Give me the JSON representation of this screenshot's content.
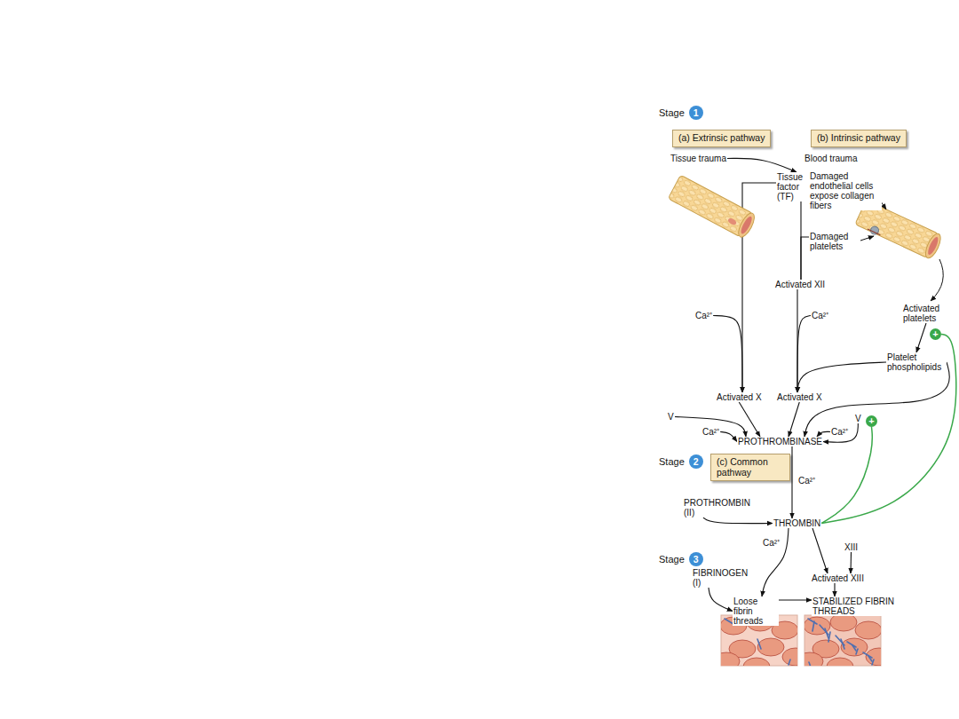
{
  "diagram": {
    "nodes": [
      {
        "text": [
          "Stage",
          "1"
        ]
      },
      {
        "text": [
          "(a) Extrinsic pathway"
        ]
      },
      {
        "text": [
          "(b) Intrinsic pathway"
        ]
      },
      {
        "text": [
          "Tissue trauma"
        ]
      },
      {
        "text": [
          "Tissue factor (TF)"
        ]
      },
      {
        "text": [
          "Blood trauma"
        ]
      },
      {
        "text": [
          "Damaged endothelial cells expose collagen fibers"
        ]
      },
      {
        "text": [
          "Damaged platelets"
        ]
      },
      {
        "text": [
          "Activated XII"
        ]
      },
      {
        "text": [
          "Ca²⁺"
        ]
      },
      {
        "text": [
          "Ca²⁺"
        ]
      },
      {
        "text": [
          "Activated platelets"
        ]
      },
      {
        "text": [
          "+"
        ]
      },
      {
        "text": [
          "Platelet phospholipids"
        ]
      },
      {
        "text": [
          "Activated X"
        ]
      },
      {
        "text": [
          "Activated X"
        ]
      },
      {
        "text": [
          "V"
        ]
      },
      {
        "text": [
          "Ca²⁺"
        ]
      },
      {
        "text": [
          "Ca²⁺"
        ]
      },
      {
        "text": [
          "V"
        ]
      },
      {
        "text": [
          "+"
        ]
      },
      {
        "text": [
          "PROTHROMBINASE"
        ]
      },
      {
        "text": [
          "Stage",
          "2"
        ]
      },
      {
        "text": [
          "(c) Common pathway"
        ]
      },
      {
        "text": [
          "PROTHROMBIN (II)"
        ]
      },
      {
        "text": [
          "THROMBIN"
        ]
      },
      {
        "text": [
          "XIII"
        ]
      },
      {
        "text": [
          "Stage",
          "3"
        ]
      },
      {
        "text": [
          "FIBRINOGEN (I)"
        ]
      },
      {
        "text": [
          "Activated XIII"
        ]
      },
      {
        "text": [
          "Loose fibrin threads"
        ]
      },
      {
        "text": [
          "STABILIZED FIBRIN THREADS"
        ]
      }
    ],
    "edges": [
      {
        "from": 3,
        "to": 4,
        "arrow": "to"
      },
      {
        "from": 4,
        "to": 14,
        "arrow": "to"
      },
      {
        "from": 9,
        "to": 14,
        "arrow": "to"
      },
      {
        "from": 6,
        "to": 8,
        "arrow": "none"
      },
      {
        "from": 7,
        "to": 8,
        "arrow": "none"
      },
      {
        "from": 8,
        "to": 15,
        "arrow": "to"
      },
      {
        "from": 10,
        "to": 15,
        "arrow": "to"
      },
      {
        "from": 11,
        "to": 13,
        "arrow": "to"
      },
      {
        "from": 13,
        "to": 15,
        "arrow": "to"
      },
      {
        "from": 13,
        "to": 21,
        "arrow": "to"
      },
      {
        "from": 14,
        "to": 21,
        "arrow": "to"
      },
      {
        "from": 15,
        "to": 21,
        "arrow": "to"
      },
      {
        "from": 16,
        "to": 21,
        "arrow": "to"
      },
      {
        "from": 17,
        "to": 21,
        "arrow": "to"
      },
      {
        "from": 18,
        "to": 21,
        "arrow": "to"
      },
      {
        "from": 19,
        "to": 21,
        "arrow": "to"
      },
      {
        "from": 21,
        "to": 25,
        "label": "Ca²⁺",
        "arrow": "to"
      },
      {
        "from": 24,
        "to": 25,
        "arrow": "to"
      },
      {
        "from": 25,
        "to": 12,
        "arrow": "none"
      },
      {
        "from": 25,
        "to": 20,
        "arrow": "none"
      },
      {
        "from": 25,
        "to": 30,
        "label": "Ca²⁺",
        "arrow": "to"
      },
      {
        "from": 26,
        "to": 29,
        "arrow": "to"
      },
      {
        "from": 25,
        "to": 29,
        "arrow": "to"
      },
      {
        "from": 28,
        "to": 30,
        "arrow": "to"
      },
      {
        "from": 29,
        "to": 31,
        "arrow": "to"
      },
      {
        "from": 30,
        "to": 31,
        "arrow": "to"
      }
    ]
  }
}
